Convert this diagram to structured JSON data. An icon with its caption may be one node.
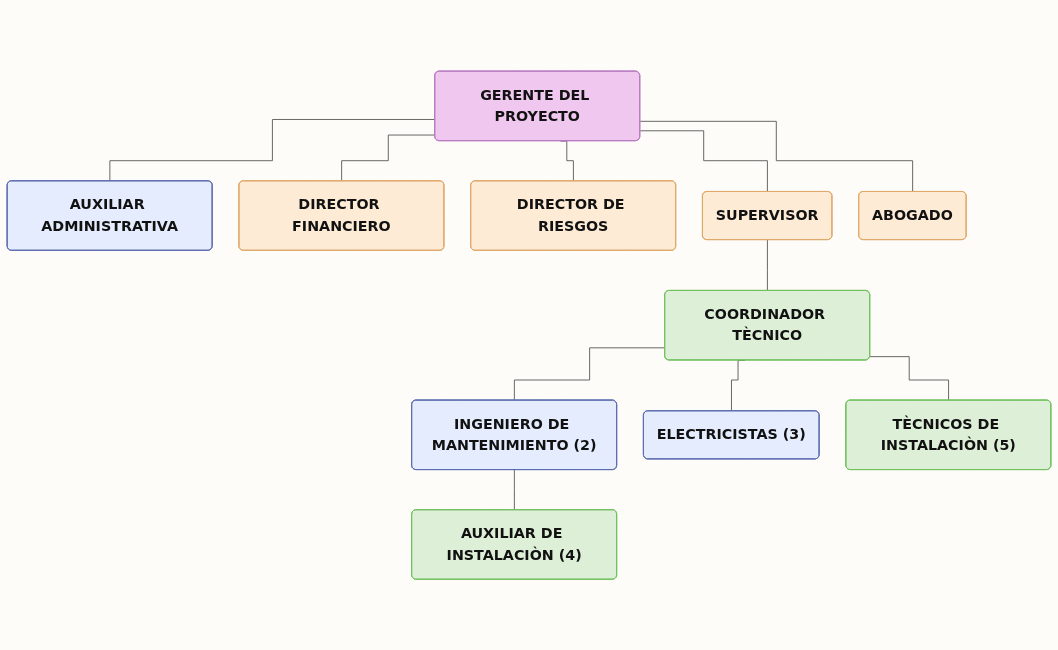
{
  "diagram": {
    "nodes": [
      {
        "text": [
          "GERENTE DEL PROYECTO"
        ]
      },
      {
        "text": [
          "AUXILIAR ADMINISTRATIVA"
        ]
      },
      {
        "text": [
          "DIRECTOR FINANCIERO"
        ]
      },
      {
        "text": [
          "DIRECTOR DE RIESGOS"
        ]
      },
      {
        "text": [
          "SUPERVISOR"
        ]
      },
      {
        "text": [
          "ABOGADO"
        ]
      },
      {
        "text": [
          "COORDINADOR TÈCNICO"
        ]
      },
      {
        "text": [
          "INGENIERO DE MANTENIMIENTO (2)"
        ]
      },
      {
        "text": [
          "ELECTRICISTAS (3)"
        ]
      },
      {
        "text": [
          "TÈCNICOS DE INSTALACIÒN (5)"
        ]
      },
      {
        "text": [
          "AUXILIAR DE INSTALACIÒN (4)"
        ]
      }
    ],
    "edges": [
      {
        "from": 0,
        "to": 1,
        "arrow": "none"
      },
      {
        "from": 0,
        "to": 2,
        "arrow": "none"
      },
      {
        "from": 0,
        "to": 3,
        "arrow": "none"
      },
      {
        "from": 0,
        "to": 4,
        "arrow": "none"
      },
      {
        "from": 0,
        "to": 5,
        "arrow": "none"
      },
      {
        "from": 4,
        "to": 6,
        "arrow": "none"
      },
      {
        "from": 6,
        "to": 7,
        "arrow": "none"
      },
      {
        "from": 6,
        "to": 8,
        "arrow": "none"
      },
      {
        "from": 6,
        "to": 9,
        "arrow": "none"
      },
      {
        "from": 7,
        "to": 10,
        "arrow": "none"
      }
    ]
  }
}
